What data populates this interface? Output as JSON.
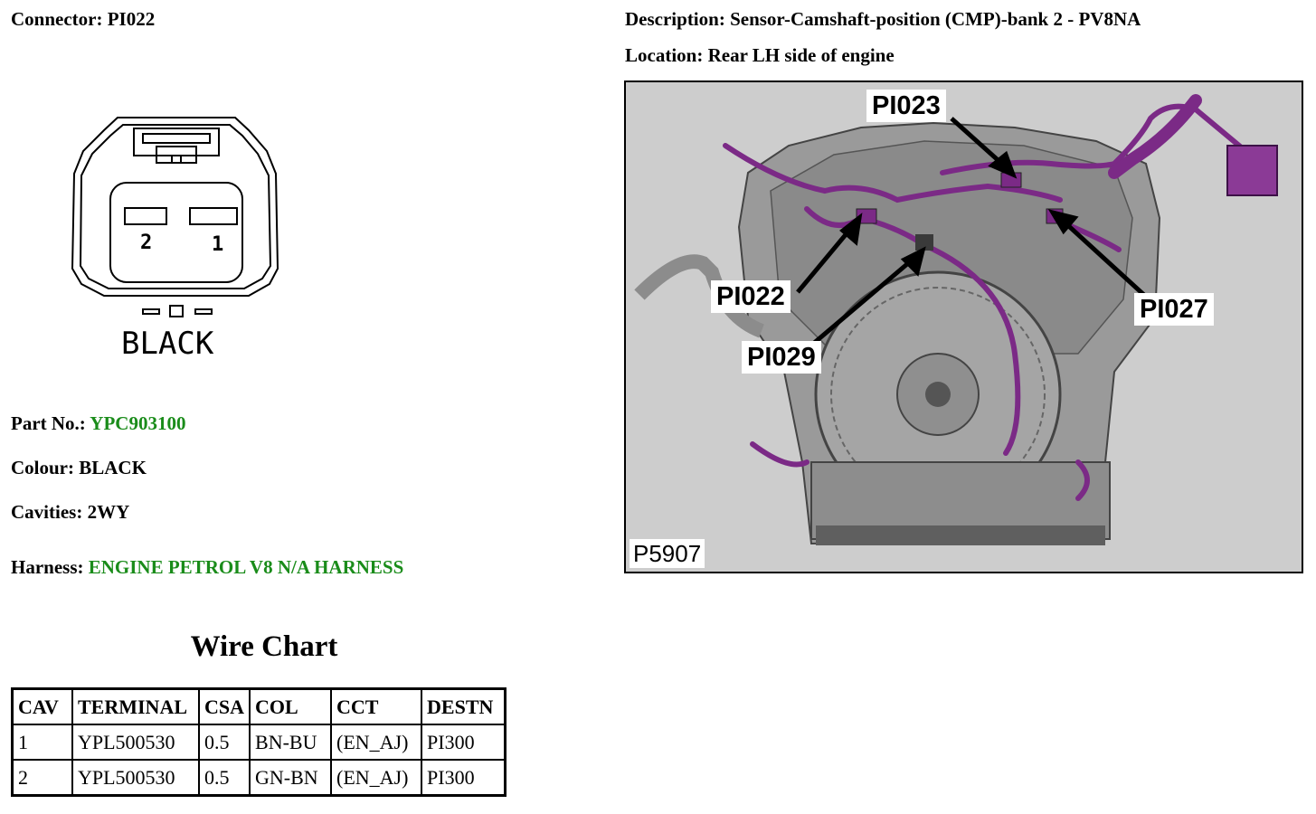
{
  "connector": {
    "label": "Connector:",
    "value": "PI022"
  },
  "description": {
    "label": "Description:",
    "value": "Sensor-Camshaft-position (CMP)-bank 2 - PV8NA"
  },
  "location": {
    "label": "Location:",
    "value": "Rear LH side of engine"
  },
  "connector_diagram": {
    "pins": [
      "2",
      "1"
    ],
    "color_label": "BLACK"
  },
  "part_no": {
    "label": "Part No.:",
    "value": "YPC903100"
  },
  "colour": {
    "label": "Colour:",
    "value": "BLACK"
  },
  "cavities": {
    "label": "Cavities:",
    "value": "2WY"
  },
  "harness": {
    "label": "Harness:",
    "value": "ENGINE PETROL V8 N/A HARNESS"
  },
  "wire_chart": {
    "title": "Wire Chart",
    "headers": [
      "CAV",
      "TERMINAL",
      "CSA",
      "COL",
      "CCT",
      "DESTN"
    ],
    "rows": [
      [
        "1",
        "YPL500530",
        "0.5",
        "BN-BU",
        "(EN_AJ)",
        "PI300"
      ],
      [
        "2",
        "YPL500530",
        "0.5",
        "GN-BN",
        "(EN_AJ)",
        "PI300"
      ]
    ]
  },
  "engine_figure": {
    "callouts": [
      "PI023",
      "PI022",
      "PI029",
      "PI027"
    ],
    "figure_id": "P5907",
    "harness_color": "#7b2a86"
  }
}
